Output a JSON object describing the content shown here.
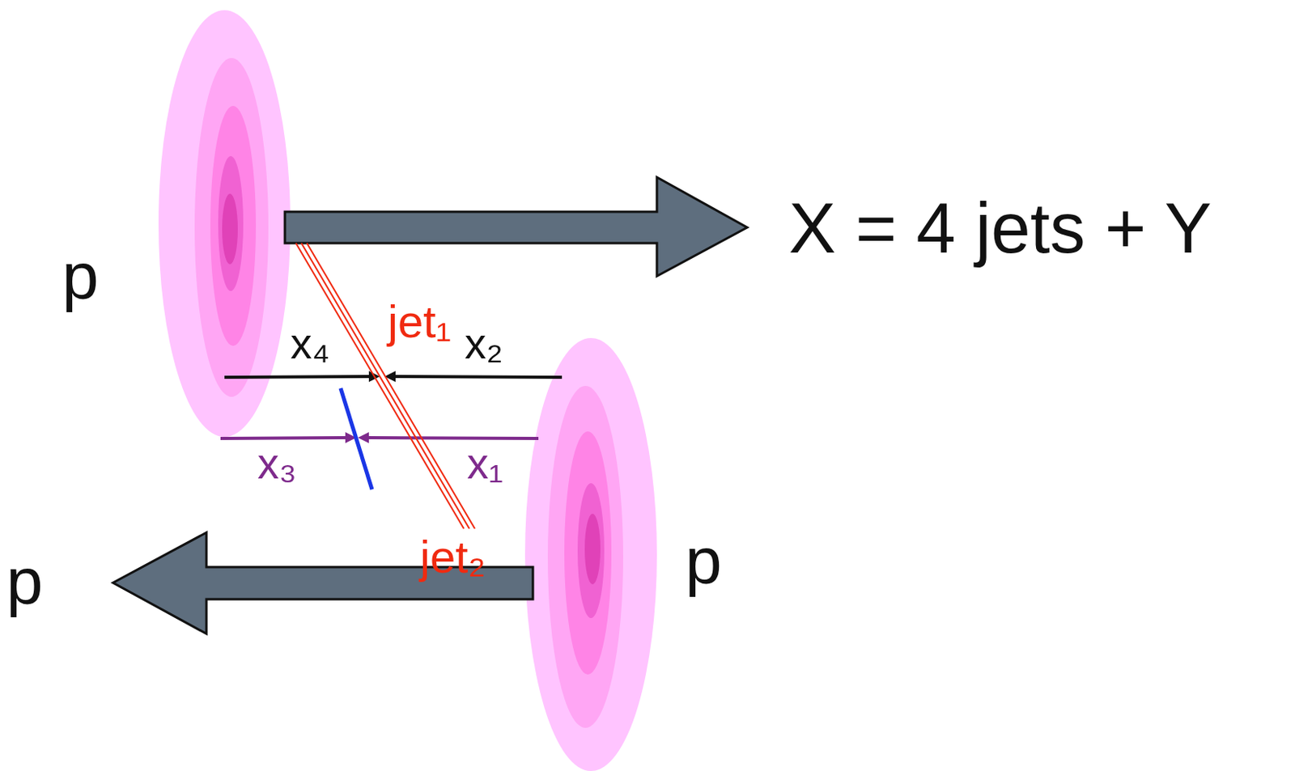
{
  "diagram": {
    "labels": [
      "X = 4 jets + Y",
      "p",
      "jet₁",
      "x₄",
      "x₂",
      "x₃",
      "x₁",
      "p",
      "jet₂",
      "p"
    ]
  }
}
